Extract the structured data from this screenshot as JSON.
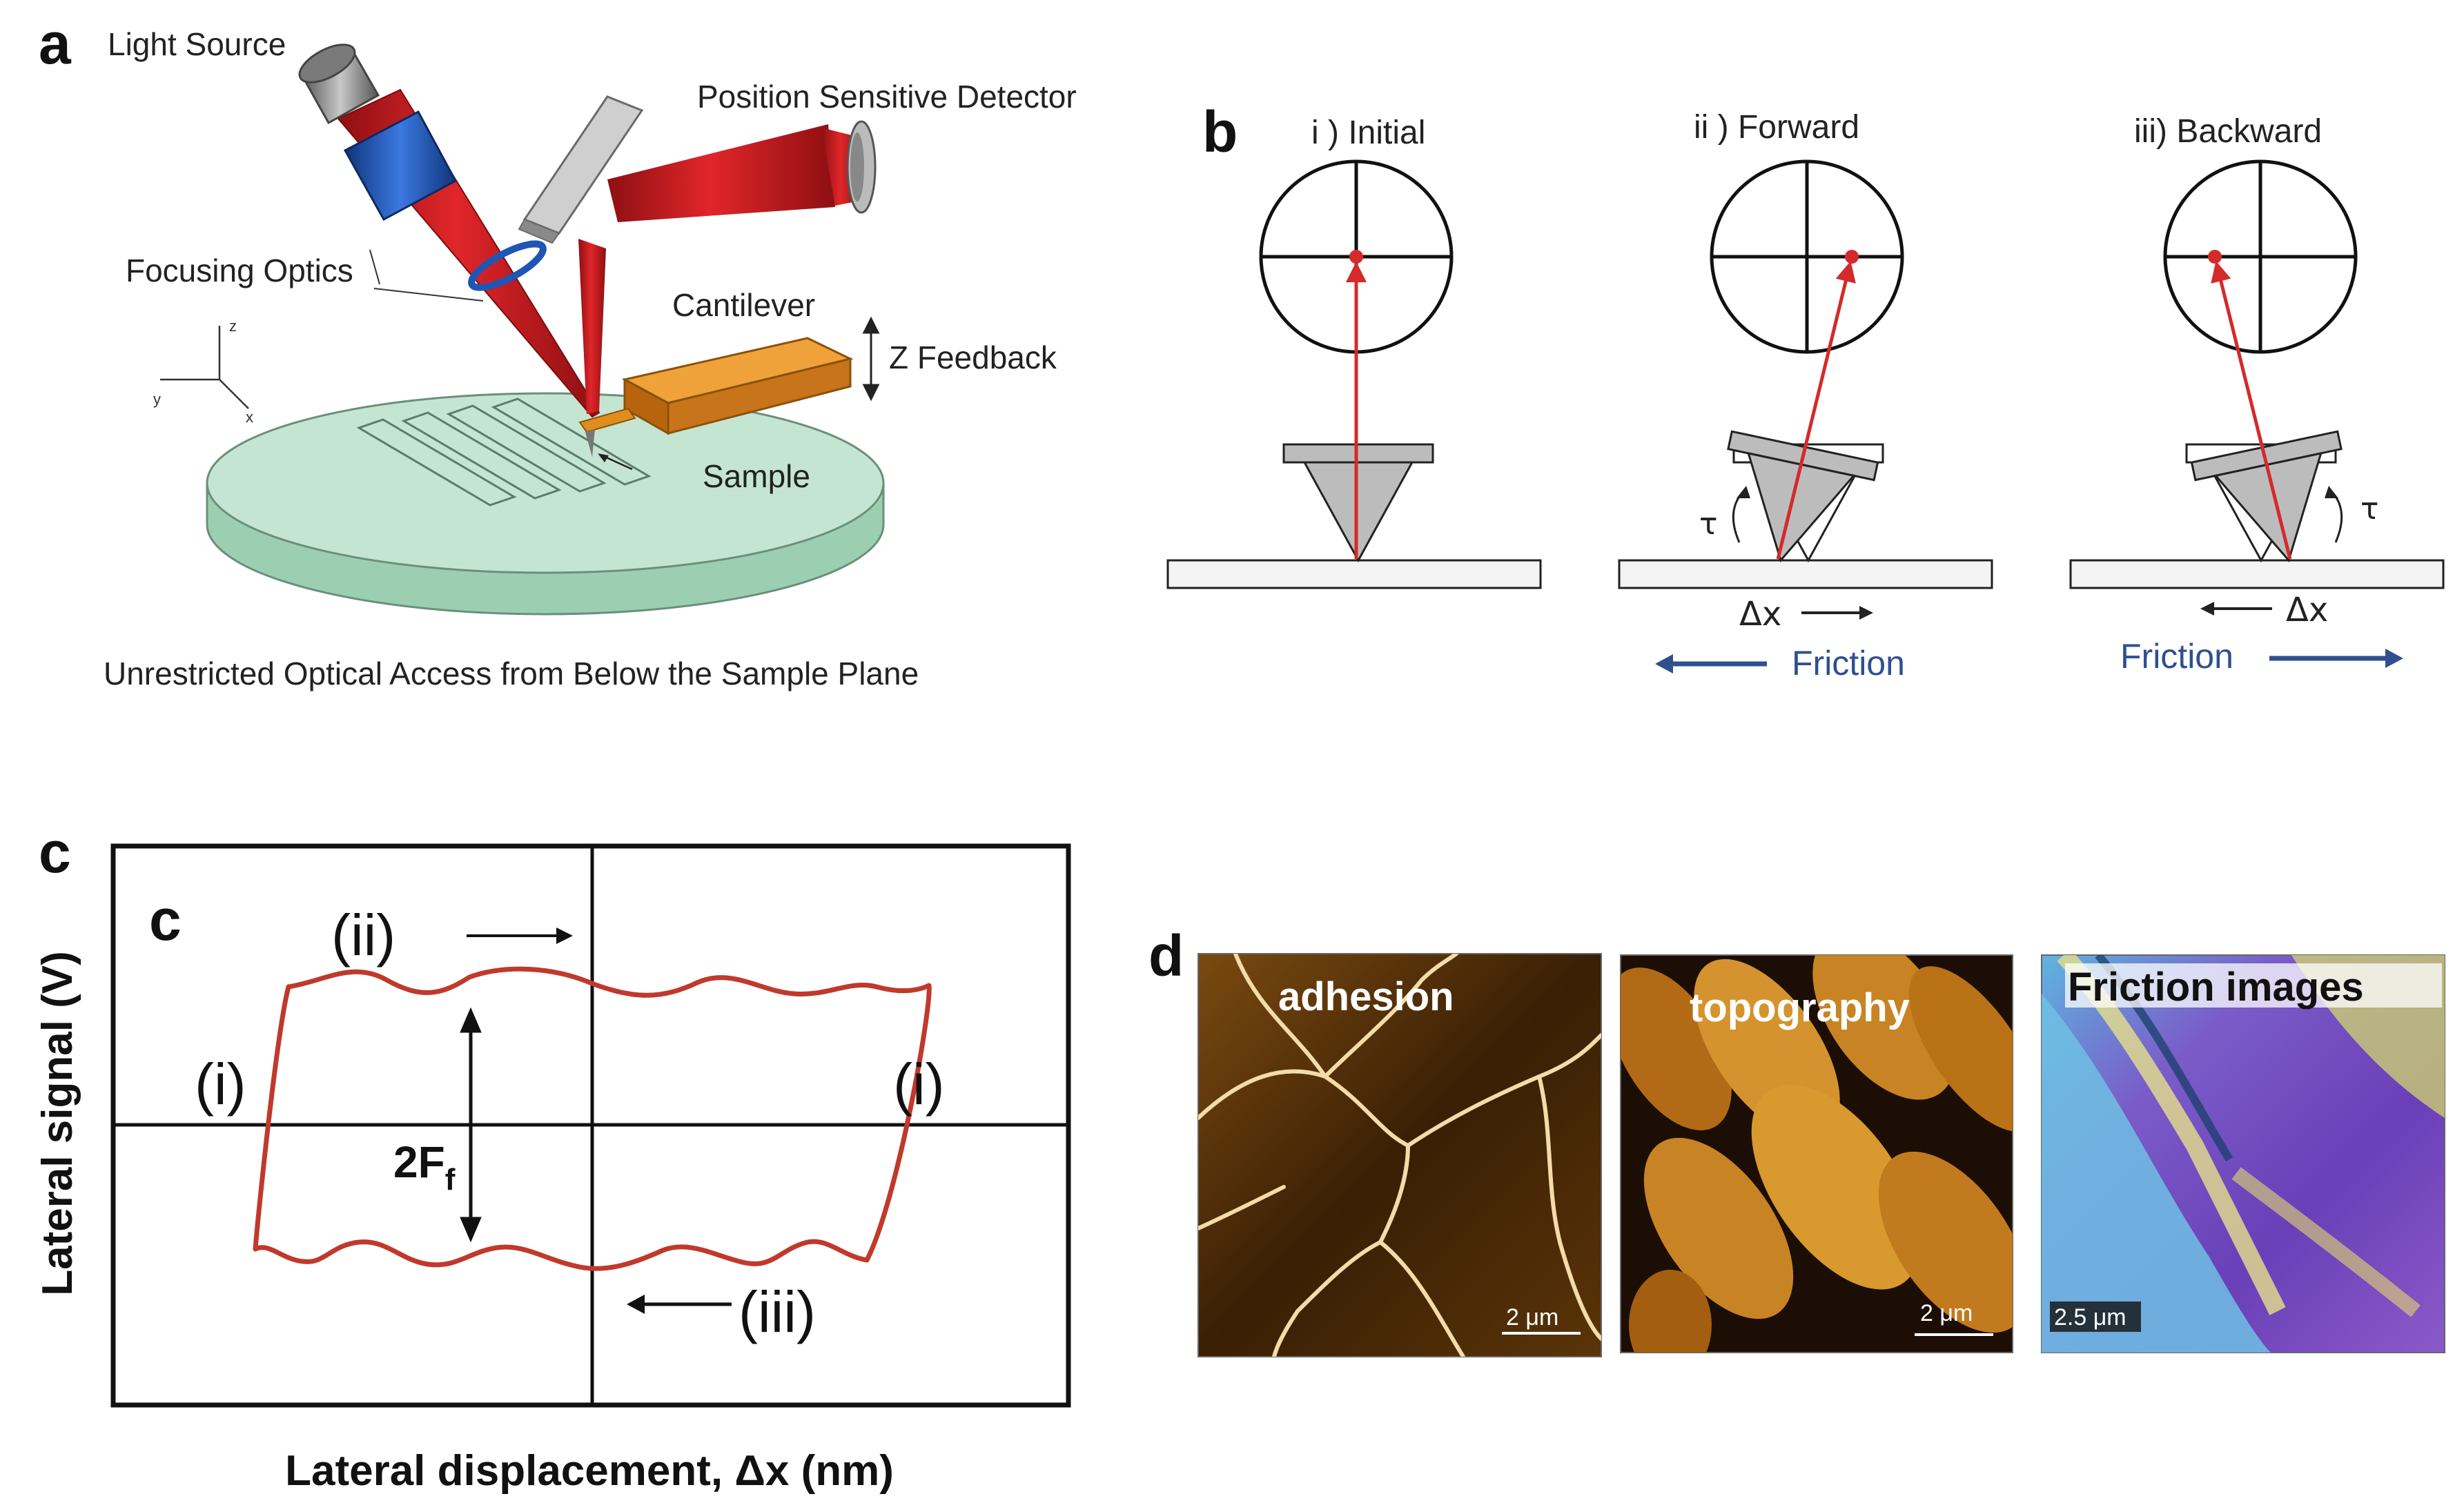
{
  "panel_letters": {
    "a": "a",
    "b": "b",
    "c_outer": "c",
    "c_inner": "c",
    "d": "d"
  },
  "panel_a": {
    "light_source": "Light Source",
    "detector": "Position Sensitive Detector",
    "focusing_optics": "Focusing Optics",
    "cantilever": "Cantilever",
    "z_feedback": "Z Feedback",
    "sample": "Sample",
    "caption": "Unrestricted Optical Access from Below the Sample Plane",
    "axes": {
      "z": "z",
      "y": "y",
      "x": "x"
    },
    "colors": {
      "beam": "#c8191e",
      "optics": "#1f56b5",
      "cantilever": "#e8901c",
      "sample": "#bfe0cc"
    }
  },
  "panel_b": {
    "states": [
      {
        "title": "i ) Initial"
      },
      {
        "title": "ii ) Forward",
        "tau": "τ",
        "dx": "Δx",
        "friction": "Friction"
      },
      {
        "title": "iii) Backward",
        "tau": "τ",
        "dx": "Δx",
        "friction": "Friction"
      }
    ],
    "colors": {
      "arrow": "#d42a2a",
      "friction": "#2f4f8f",
      "tip": "#bcbcbc"
    }
  },
  "panel_c": {
    "ylabel": "Lateral signal (V)",
    "xlabel": "Lateral displacement, Δx (nm)",
    "labels": {
      "ii": "(ii)",
      "iii": "(iii)",
      "i_left": "(i)",
      "i_right": "(i)",
      "ff_main": "2F",
      "ff_sub": "f"
    },
    "colors": {
      "loop": "#c0392b"
    }
  },
  "panel_d": {
    "images": [
      {
        "label": "adhesion",
        "scale": "2 μm"
      },
      {
        "label": "topography",
        "scale": "2 μm"
      },
      {
        "label": "Friction images",
        "scale": "2.5 μm"
      }
    ]
  }
}
